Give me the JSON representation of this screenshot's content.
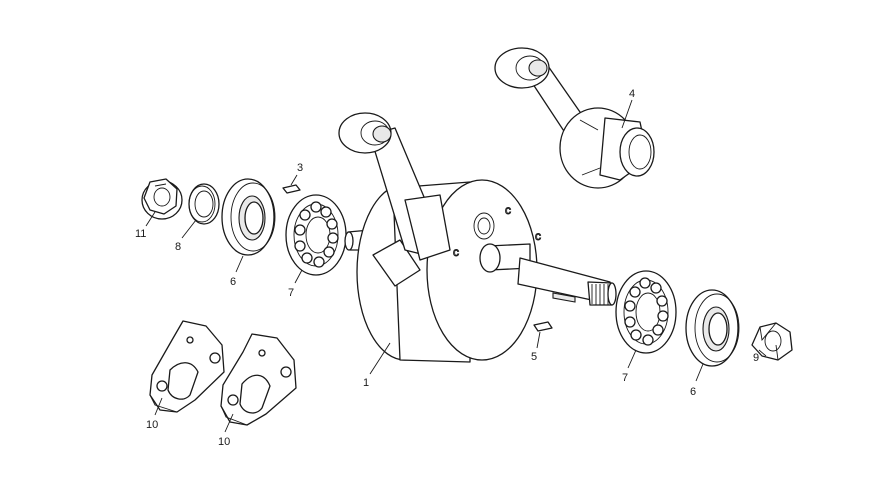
{
  "callouts": [
    {
      "id": "crankshaft",
      "label": "1"
    },
    {
      "id": "key-top",
      "label": "3"
    },
    {
      "id": "conrod",
      "label": "4"
    },
    {
      "id": "key-bottom",
      "label": "5"
    },
    {
      "id": "seal-left",
      "label": "6"
    },
    {
      "id": "seal-right",
      "label": "6"
    },
    {
      "id": "bearing-left",
      "label": "7"
    },
    {
      "id": "bearing-right",
      "label": "7"
    },
    {
      "id": "washer",
      "label": "8"
    },
    {
      "id": "nut-right",
      "label": "9"
    },
    {
      "id": "tool-left",
      "label": "10"
    },
    {
      "id": "tool-right",
      "label": "10"
    },
    {
      "id": "nut-left",
      "label": "11"
    }
  ],
  "colors": {
    "line": "#1a1a1a",
    "background": "#ffffff"
  }
}
